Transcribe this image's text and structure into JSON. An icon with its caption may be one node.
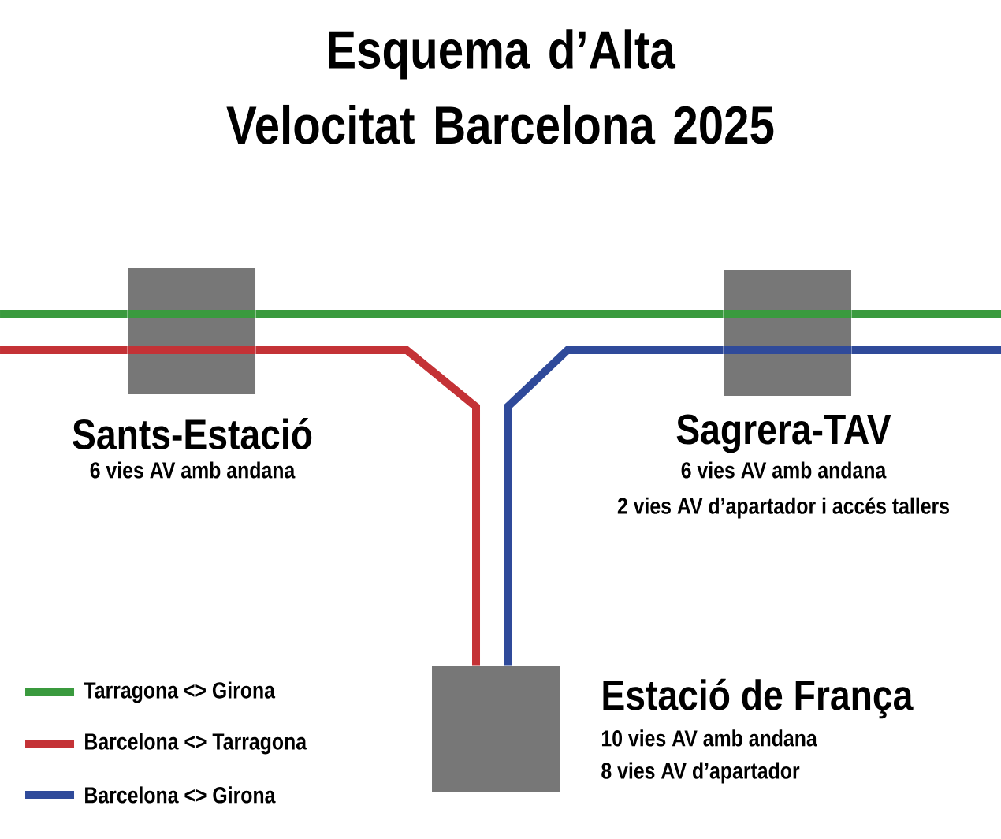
{
  "diagram": {
    "title": "Esquema d’Alta Velocitat Barcelona 2025",
    "nodes": [
      {
        "text": [
          "Sants-Estació",
          "6 vies AV amb andana"
        ]
      },
      {
        "text": [
          "Sagrera-TAV",
          "6 vies AV amb andana",
          "2 vies AV d’apartador i accés tallers"
        ]
      },
      {
        "text": [
          "Estació de França",
          "10 vies AV amb andana",
          "8 vies AV d’apartador"
        ]
      }
    ],
    "edges": [
      {
        "from": null,
        "to": 0,
        "arrow": "none",
        "color": "#3a9a3e"
      },
      {
        "from": 0,
        "to": 1,
        "arrow": "none",
        "color": "#3a9a3e"
      },
      {
        "from": 1,
        "to": null,
        "arrow": "none",
        "color": "#3a9a3e"
      },
      {
        "from": null,
        "to": 0,
        "arrow": "none",
        "color": "#c43236"
      },
      {
        "from": 0,
        "to": 2,
        "arrow": "none",
        "color": "#c43236"
      },
      {
        "from": 1,
        "to": 2,
        "arrow": "none",
        "color": "#2f4a9a"
      },
      {
        "from": 1,
        "to": null,
        "arrow": "none",
        "color": "#2f4a9a"
      }
    ],
    "legend": [
      {
        "text": "Tarragona <> Girona",
        "color": "#3a9a3e"
      },
      {
        "text": "Barcelona <> Tarragona",
        "color": "#c43236"
      },
      {
        "text": "Barcelona <> Girona",
        "color": "#2f4a9a"
      }
    ]
  }
}
